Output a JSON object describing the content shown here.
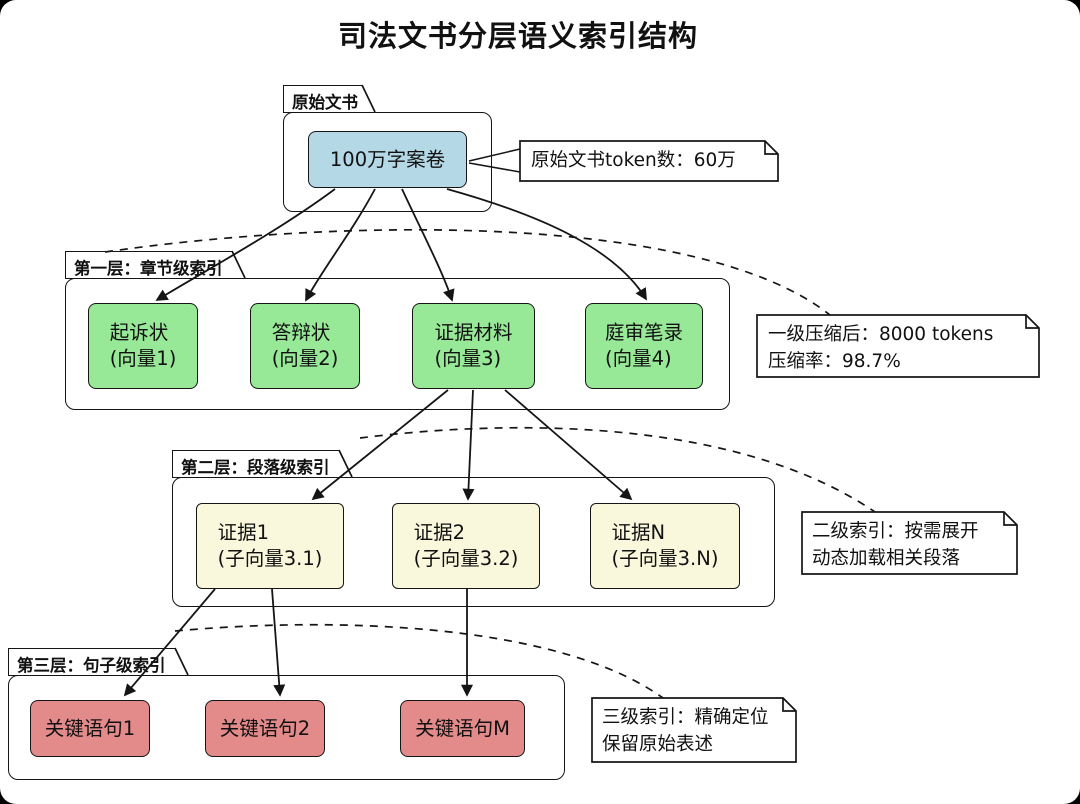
{
  "title": "司法文书分层语义索引结构",
  "source": {
    "group_label": "原始文书",
    "node_label": "100万字案卷"
  },
  "layers": [
    {
      "label": "第一层：章节级索引",
      "nodes": [
        "起诉状\n(向量1)",
        "答辩状\n(向量2)",
        "证据材料\n(向量3)",
        "庭审笔录\n(向量4)"
      ]
    },
    {
      "label": "第二层：段落级索引",
      "nodes": [
        "证据1\n(子向量3.1)",
        "证据2\n(子向量3.2)",
        "证据N\n(子向量3.N)"
      ]
    },
    {
      "label": "第三层：句子级索引",
      "nodes": [
        "关键语句1",
        "关键语句2",
        "关键语句M"
      ]
    }
  ],
  "notes": {
    "source_tokens": "原始文书token数：60万",
    "level1": "一级压缩后：8000 tokens\n压缩率：98.7%",
    "level2": "二级索引：按需展开\n动态加载相关段落",
    "level3": "三级索引：精确定位\n保留原始表述"
  },
  "colors": {
    "source_node": "#B5D8E6",
    "layer1_node": "#97E897",
    "layer2_node": "#FAF8DC",
    "layer3_node": "#E38A8A",
    "border": "#151515",
    "background": "#FFFFFF"
  }
}
